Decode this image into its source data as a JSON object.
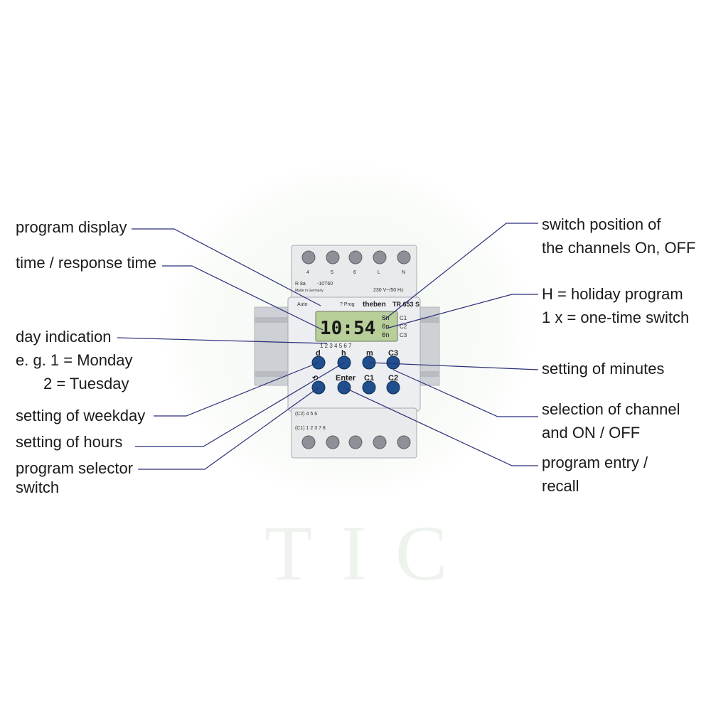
{
  "watermark": "TIC",
  "device": {
    "brand": "theben",
    "model": "TR 653 S",
    "rating": "R 8a",
    "code": "-10T60",
    "origin": "Made in Germany",
    "supply": "230 V~/50 Hz",
    "top_terminals": [
      "4",
      "5",
      "6",
      "L",
      "N"
    ],
    "mode_labels": "Auto",
    "prog_label": "? Prog",
    "lcd_time": "10:54",
    "channel_marks": [
      "C1",
      "C2",
      "C3"
    ],
    "day_numbers": "1 2 3 4 5 6 7",
    "buttons_row1": [
      "d",
      "h",
      "m",
      "C3"
    ],
    "buttons_row2": [
      "",
      "Enter",
      "C1",
      "C2"
    ],
    "wiring_top": "(C2) 4 5 6",
    "wiring_bottom": "(C1) 1 2 3 7 8"
  },
  "labels": {
    "program_display": "program display",
    "response_time": "time / response time",
    "day_indication": [
      "day indication",
      "e. g. 1 = Monday",
      "2 = Tuesday"
    ],
    "weekday": "setting of weekday",
    "hours": "setting of hours",
    "selector": [
      "program selector",
      "switch"
    ],
    "switch_position": [
      "switch position of",
      "the channels  On, OFF"
    ],
    "holiday": [
      "H   =  holiday program",
      "1 x =  one-time switch"
    ],
    "minutes": "setting of minutes",
    "channel": [
      "selection of channel",
      "and ON / OFF"
    ],
    "entry": [
      "program entry /",
      "recall"
    ]
  },
  "colors": {
    "button_blue": "#1f4f8c",
    "leader_line": "#2b2f7a",
    "lcd_green": "#b9cf9a",
    "rail": "#c9ccd0"
  }
}
